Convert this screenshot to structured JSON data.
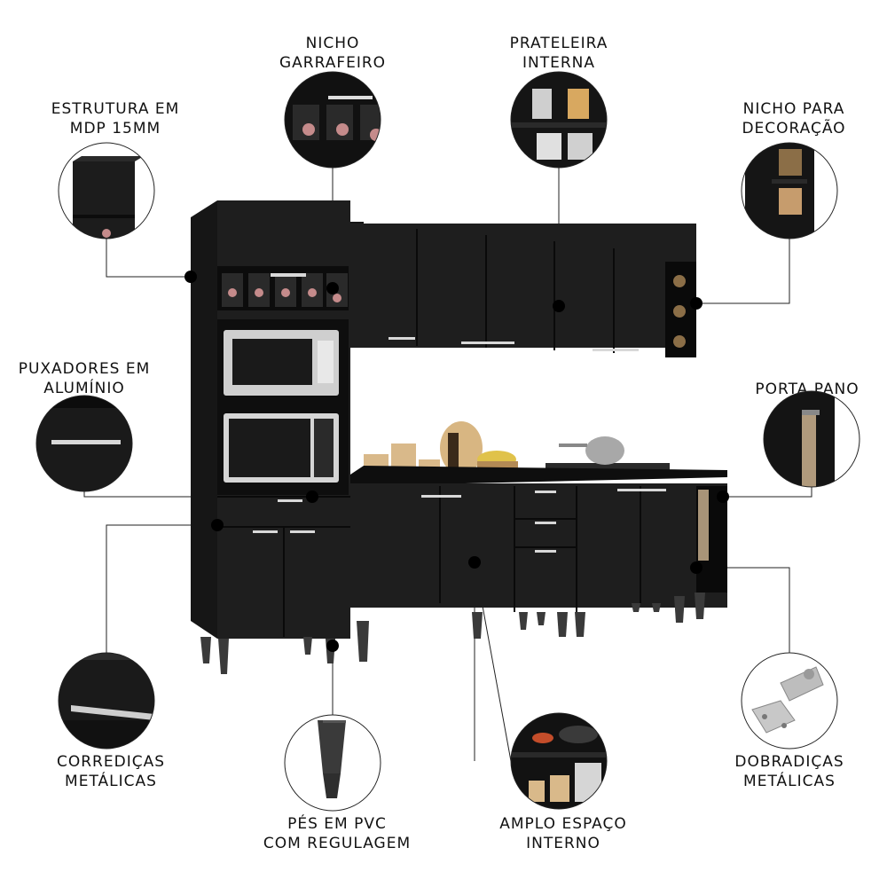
{
  "features": [
    {
      "id": "nicho-garrafeiro",
      "text": "NICHO\nGARRAFEIRO"
    },
    {
      "id": "prateleira-interna",
      "text": "PRATELEIRA\nINTERNA"
    },
    {
      "id": "estrutura-mdp",
      "text": "ESTRUTURA EM\nMDP 15MM"
    },
    {
      "id": "nicho-decoracao",
      "text": "NICHO PARA\nDECORAÇÃO"
    },
    {
      "id": "puxadores",
      "text": "PUXADORES EM\nALUMÍNIO"
    },
    {
      "id": "porta-pano",
      "text": "PORTA PANO"
    },
    {
      "id": "corredicas",
      "text": "CORREDIÇAS\nMETÁLICAS"
    },
    {
      "id": "pes-pvc",
      "text": "PÉS EM PVC\nCOM REGULAGEM"
    },
    {
      "id": "amplo-espaco",
      "text": "AMPLO ESPAÇO\nINTERNO"
    },
    {
      "id": "dobradicas",
      "text": "DOBRADIÇAS\nMETÁLICAS"
    }
  ],
  "colors": {
    "cabinet": "#1c1c1c",
    "cabinet_dark": "#0e0e0e",
    "handle": "#c9c9c9",
    "leg": "#3a3a3a",
    "line": "#222222",
    "background": "#ffffff"
  }
}
